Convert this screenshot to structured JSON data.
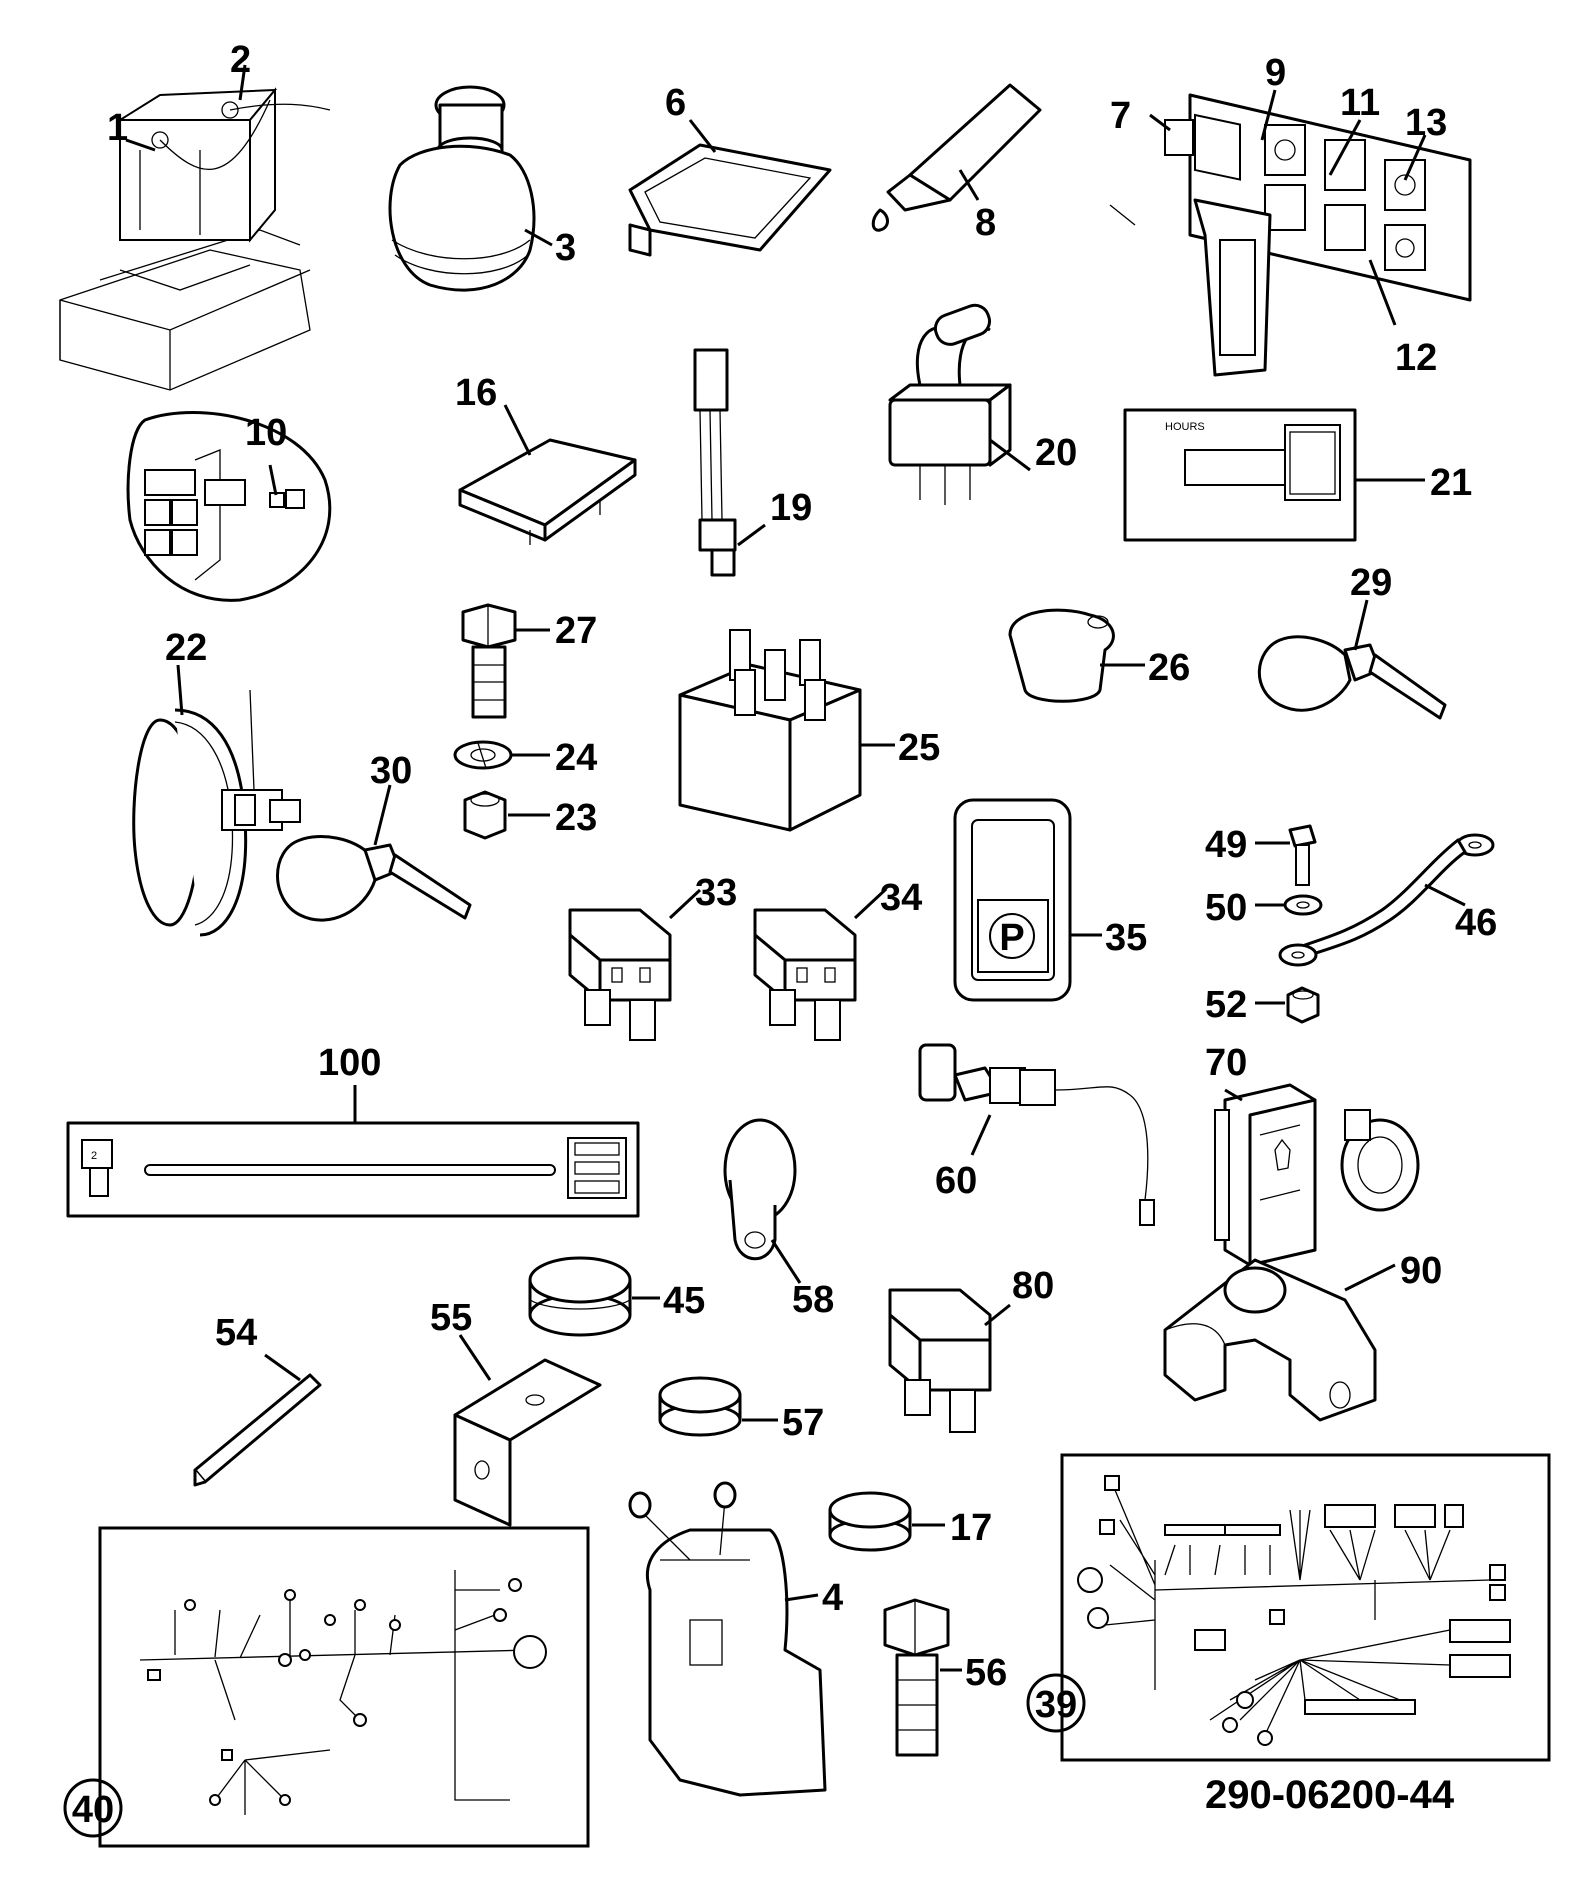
{
  "callouts": {
    "c1": "1",
    "c2": "2",
    "c3": "3",
    "c4": "4",
    "c6": "6",
    "c7": "7",
    "c8": "8",
    "c9": "9",
    "c10": "10",
    "c11": "11",
    "c12": "12",
    "c13": "13",
    "c16": "16",
    "c17": "17",
    "c19": "19",
    "c20": "20",
    "c21": "21",
    "c22": "22",
    "c23": "23",
    "c24": "24",
    "c25": "25",
    "c26": "26",
    "c27": "27",
    "c29": "29",
    "c30": "30",
    "c33": "33",
    "c34": "34",
    "c35": "35",
    "c39": "39",
    "c40": "40",
    "c45": "45",
    "c46": "46",
    "c49": "49",
    "c50": "50",
    "c52": "52",
    "c54": "54",
    "c55": "55",
    "c56": "56",
    "c57": "57",
    "c58": "58",
    "c60": "60",
    "c70": "70",
    "c80": "80",
    "c90": "90",
    "c100": "100"
  },
  "hour_meter_label": "HOURS",
  "fuse_strip_label": "2",
  "drawing_number": "290-06200-44",
  "icons": {
    "parking_brake": "P"
  }
}
